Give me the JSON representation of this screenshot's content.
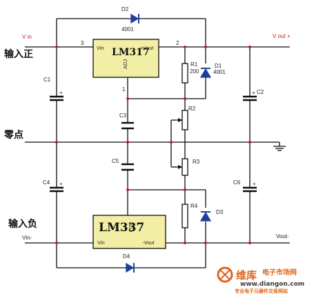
{
  "terminals": {
    "vin_pos": "V in",
    "vout_pos": "V out +",
    "vin_neg": "Vin-",
    "vout_neg": "Vout-"
  },
  "rails": {
    "pos": "输入正",
    "zero": "零点",
    "neg": "输入负"
  },
  "ic_pos": {
    "name": "LM317",
    "pin_vin": "Vin",
    "pin_vout": "+Vout",
    "pin_adj": "ADJ",
    "pin_num_in": "3",
    "pin_num_out": "2",
    "pin_num_adj": "1"
  },
  "ic_neg": {
    "name": "LM337",
    "pin_vin": "Vin",
    "pin_vout": "-Vout",
    "pin_adj": "ADJ"
  },
  "components": {
    "d1": {
      "label": "D1",
      "value": "4001"
    },
    "d2": {
      "label": "D2",
      "value": "4001"
    },
    "d3": {
      "label": "D3"
    },
    "d4": {
      "label": "D4"
    },
    "r1": {
      "label": "R1",
      "value": "200"
    },
    "r2": {
      "label": "R2"
    },
    "r3": {
      "label": "R3"
    },
    "r4": {
      "label": "R4"
    },
    "c1": {
      "label": "C1"
    },
    "c2": {
      "label": "C2"
    },
    "c3": {
      "label": "C3"
    },
    "c4": {
      "label": "C4"
    },
    "c5": {
      "label": "C5"
    },
    "c6": {
      "label": "C6"
    },
    "plus": "+"
  },
  "watermark": {
    "brand": "维库",
    "site_cn": "电子市场网",
    "url": "www.diangon.com",
    "tagline": "专业电子元器件交易网站"
  },
  "colors": {
    "wire": "#0a0a0a",
    "ic_fill": "#f3eea5",
    "junction": "#c41a1a",
    "diode": "#1d3f9a",
    "watermark": "#e0631c"
  }
}
